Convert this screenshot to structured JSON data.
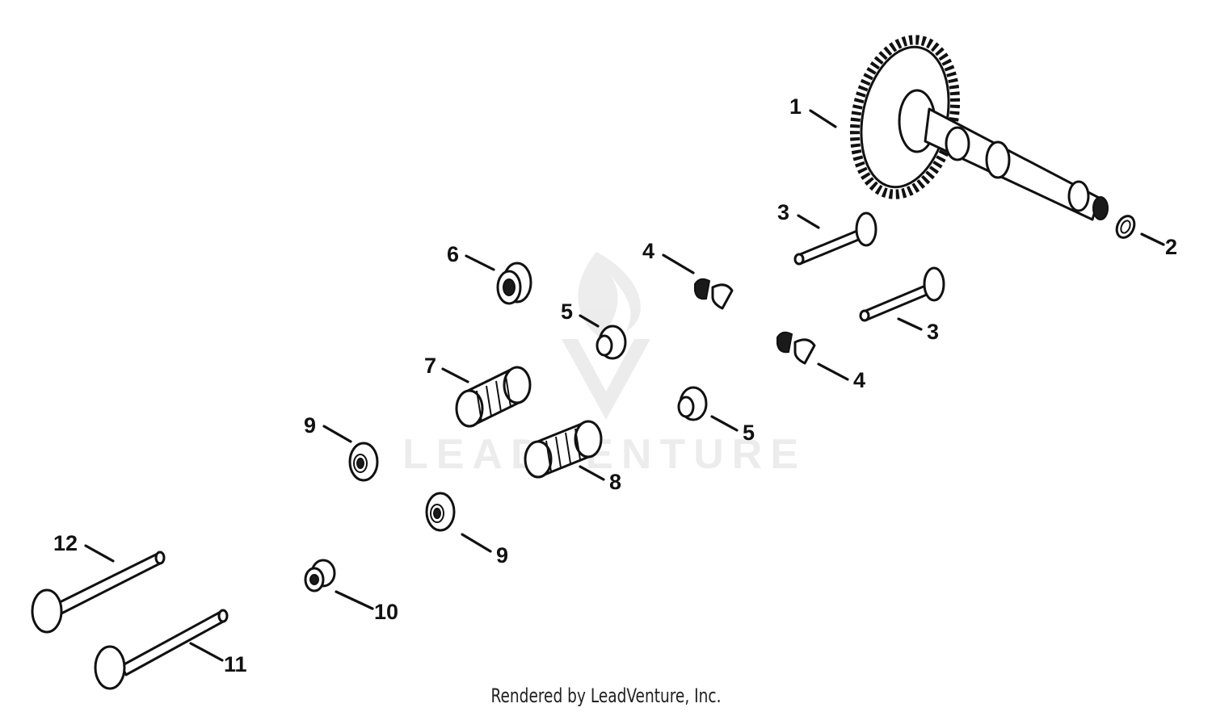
{
  "callouts": [
    {
      "id": "1",
      "label": "1"
    },
    {
      "id": "2",
      "label": "2"
    },
    {
      "id": "3a",
      "label": "3"
    },
    {
      "id": "3b",
      "label": "3"
    },
    {
      "id": "4a",
      "label": "4"
    },
    {
      "id": "4b",
      "label": "4"
    },
    {
      "id": "5a",
      "label": "5"
    },
    {
      "id": "5b",
      "label": "5"
    },
    {
      "id": "6",
      "label": "6"
    },
    {
      "id": "7",
      "label": "7"
    },
    {
      "id": "8",
      "label": "8"
    },
    {
      "id": "9a",
      "label": "9"
    },
    {
      "id": "9b",
      "label": "9"
    },
    {
      "id": "10",
      "label": "10"
    },
    {
      "id": "11",
      "label": "11"
    },
    {
      "id": "12",
      "label": "12"
    }
  ],
  "watermark": {
    "text": "LEADVENTURE"
  },
  "footer": {
    "text": "Rendered by LeadVenture, Inc."
  }
}
